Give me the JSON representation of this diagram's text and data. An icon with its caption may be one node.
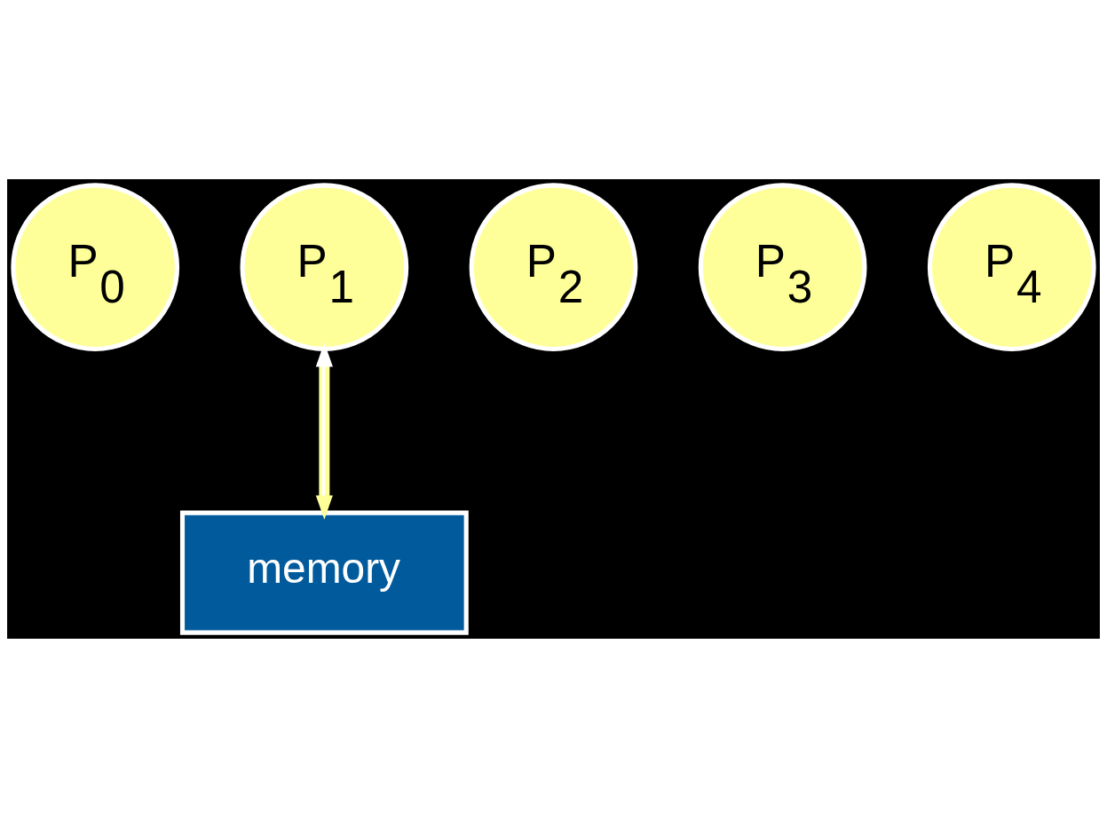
{
  "diagram": {
    "nodes": [
      {
        "text": [
          "P$_{0}$"
        ]
      },
      {
        "text": [
          "P$_{1}$"
        ]
      },
      {
        "text": [
          "P$_{2}$"
        ]
      },
      {
        "text": [
          "P$_{3}$"
        ]
      },
      {
        "text": [
          "P$_{4}$"
        ]
      },
      {
        "text": [
          "memory"
        ]
      }
    ],
    "edges": [
      {
        "from": 1,
        "to": 5,
        "arrow": "both"
      }
    ]
  }
}
